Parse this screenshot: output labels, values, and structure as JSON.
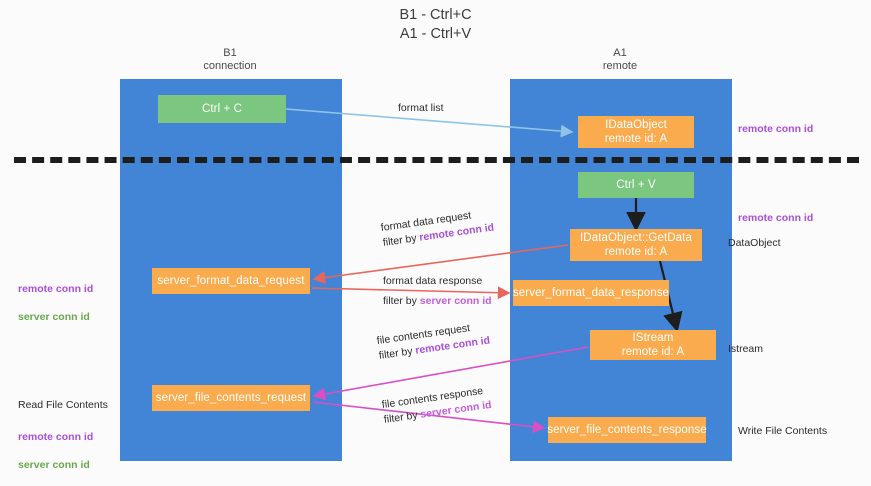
{
  "title": "B1 - Ctrl+C\nA1 - Ctrl+V",
  "columns": {
    "left": {
      "name": "B1",
      "role": "connection",
      "label": "B1\nconnection"
    },
    "right": {
      "name": "A1",
      "role": "remote",
      "label": "A1\nremote"
    }
  },
  "boxes": {
    "ctrl_c": "Ctrl + C",
    "ctrl_v": "Ctrl + V",
    "idataobject": "IDataObject\nremote id: A",
    "getdata": "IDataObject::GetData\nremote id: A",
    "server_format_data_request": "server_format_data_request",
    "server_format_data_response": "server_format_data_response",
    "istream": "IStream\nremote id: A",
    "server_file_contents_request": "server_file_contents_request",
    "server_file_contents_response": "server_file_contents_response"
  },
  "flows": {
    "format_list": "format list",
    "format_data_request": {
      "line1": "format data request",
      "line2_prefix": "filter by ",
      "line2_key": "remote conn id"
    },
    "format_data_response": {
      "line1": "format data response",
      "line2_prefix": "filter by ",
      "line2_key": "server conn id"
    },
    "file_contents_request": {
      "line1": "file contents request",
      "line2_prefix": "filter by ",
      "line2_key": "remote conn id"
    },
    "file_contents_response": {
      "line1": "file contents response",
      "line2_prefix": "filter by ",
      "line2_key": "server conn id"
    }
  },
  "annotations": {
    "left_mid": {
      "remote": "remote conn id",
      "server": "server conn id"
    },
    "left_bottom": {
      "heading": "Read File Contents",
      "remote": "remote conn id",
      "server": "server conn id"
    },
    "right_remote_top": "remote conn id",
    "right_remote_mid": "remote conn id",
    "right_dataobject": "DataObject",
    "right_istream": "Istream",
    "right_write_file": "Write File Contents"
  },
  "colors": {
    "lane": "#4285d6",
    "green_box": "#7bc77f",
    "orange_box": "#f9ab4e",
    "remote_conn_id": "#a94fd6",
    "server_conn_id": "#6aa84f",
    "wire_blue": "#8fc4e8",
    "wire_red": "#e8665c",
    "wire_magenta": "#d94fc4",
    "wire_black": "#1d1d1d",
    "divider": "#1d1d1d"
  }
}
